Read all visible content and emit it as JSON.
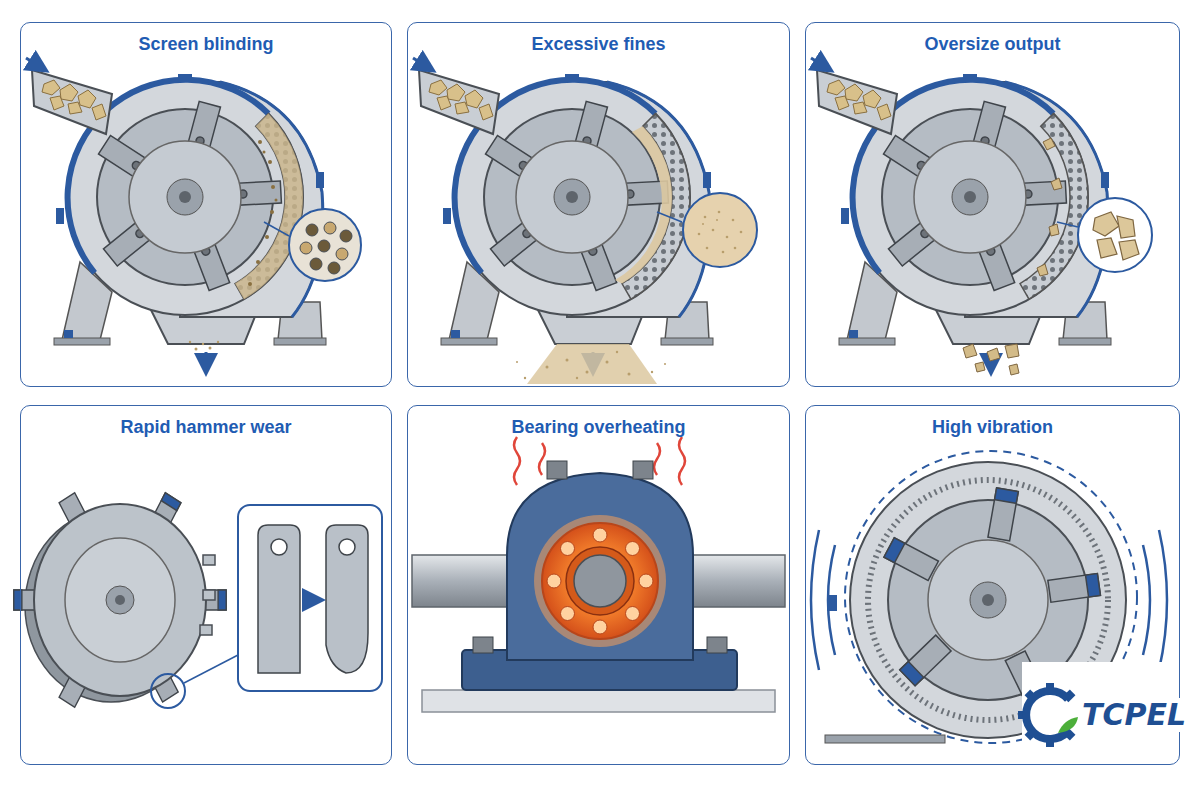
{
  "diagram": {
    "nodes": [
      {
        "text": [
          "Screen blinding"
        ]
      },
      {
        "text": [
          "Excessive fines"
        ]
      },
      {
        "text": [
          "Oversize output"
        ]
      },
      {
        "text": [
          "Rapid hammer wear"
        ]
      },
      {
        "text": [
          "Bearing overheating"
        ]
      },
      {
        "text": [
          "High vibration"
        ]
      }
    ],
    "labels": [
      "TCPEL"
    ]
  }
}
